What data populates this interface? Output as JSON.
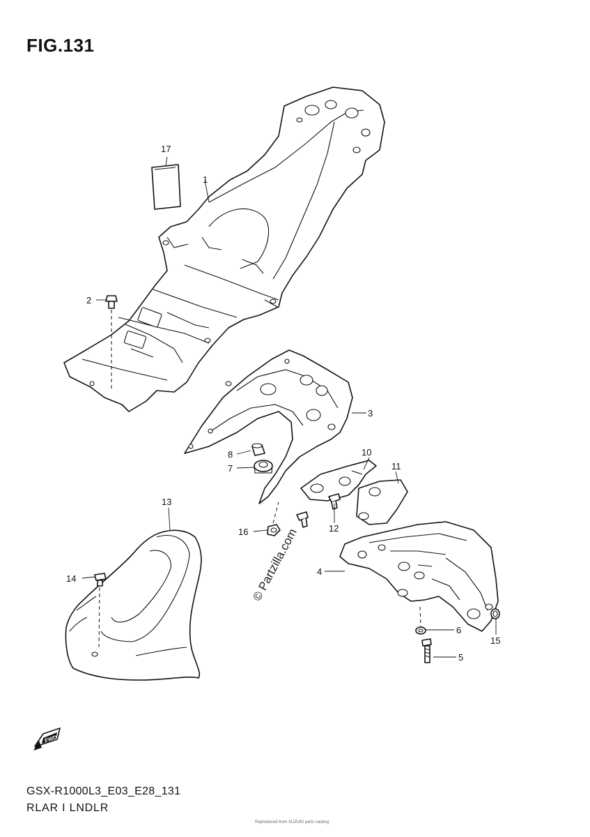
{
  "figure": {
    "title": "FIG.131",
    "code": "GSX-R1000L3_E03_E28_131",
    "name": "RLAR I LNDLR",
    "watermark": "© Partzilla.com",
    "fine_print": "Reproduced from SUZUKI parts catalog"
  },
  "callouts": [
    {
      "id": "1",
      "part": "rear-fender-upper"
    },
    {
      "id": "2",
      "part": "bolt"
    },
    {
      "id": "3",
      "part": "rear-fender-cover"
    },
    {
      "id": "4",
      "part": "rear-fender-lower"
    },
    {
      "id": "5",
      "part": "bolt"
    },
    {
      "id": "6",
      "part": "washer"
    },
    {
      "id": "7",
      "part": "cushion"
    },
    {
      "id": "8",
      "part": "spacer"
    },
    {
      "id": "10",
      "part": "bracket"
    },
    {
      "id": "11",
      "part": "plate"
    },
    {
      "id": "12",
      "part": "screw"
    },
    {
      "id": "13",
      "part": "front-fender"
    },
    {
      "id": "14",
      "part": "bolt"
    },
    {
      "id": "15",
      "part": "reflector"
    },
    {
      "id": "16",
      "part": "nut"
    },
    {
      "id": "17",
      "part": "label"
    }
  ],
  "icons": {
    "direction": "fwd-arrow-icon"
  }
}
